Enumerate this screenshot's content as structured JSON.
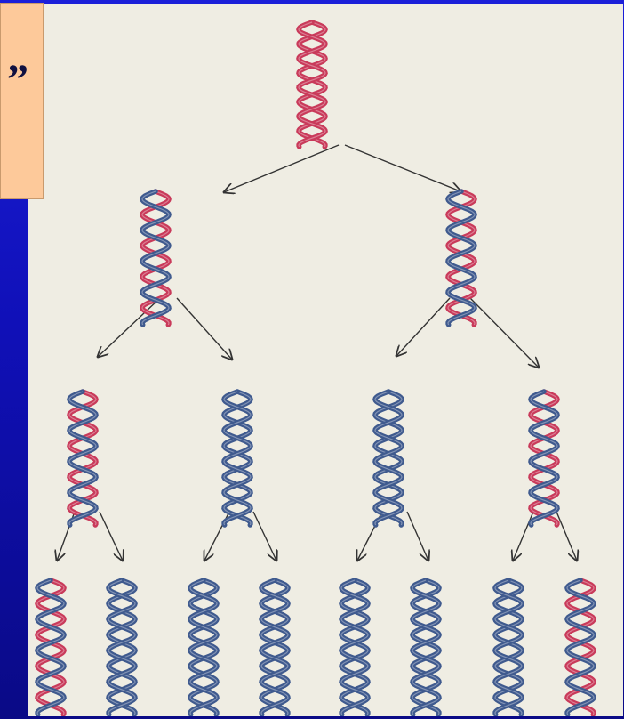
{
  "callout": {
    "text": "”",
    "background": "#fdc99a"
  },
  "diagram": {
    "background": "#efede3",
    "strand_colors": {
      "original": "#c93a5a",
      "new": "#3f5a8e"
    },
    "generations": [
      {
        "level": 0,
        "molecules": [
          {
            "strands": [
              "original",
              "original"
            ]
          }
        ]
      },
      {
        "level": 1,
        "molecules": [
          {
            "strands": [
              "original",
              "new"
            ]
          },
          {
            "strands": [
              "original",
              "new"
            ]
          }
        ]
      },
      {
        "level": 2,
        "molecules": [
          {
            "strands": [
              "original",
              "new"
            ]
          },
          {
            "strands": [
              "new",
              "new"
            ]
          },
          {
            "strands": [
              "new",
              "new"
            ]
          },
          {
            "strands": [
              "original",
              "new"
            ]
          }
        ]
      },
      {
        "level": 3,
        "molecules": [
          {
            "strands": [
              "original",
              "new"
            ]
          },
          {
            "strands": [
              "new",
              "new"
            ]
          },
          {
            "strands": [
              "new",
              "new"
            ]
          },
          {
            "strands": [
              "new",
              "new"
            ]
          },
          {
            "strands": [
              "new",
              "new"
            ]
          },
          {
            "strands": [
              "new",
              "new"
            ]
          },
          {
            "strands": [
              "new",
              "new"
            ]
          },
          {
            "strands": [
              "original",
              "new"
            ]
          }
        ]
      }
    ]
  }
}
